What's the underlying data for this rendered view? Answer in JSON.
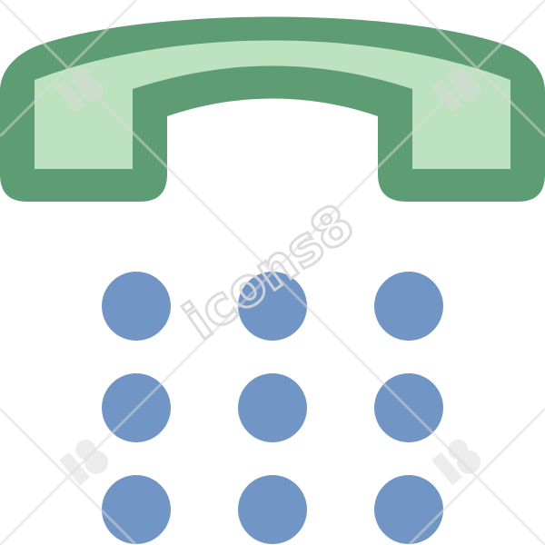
{
  "icon": {
    "name": "phone-keypad-icon",
    "colors": {
      "handset_outline": "#5e9c73",
      "handset_fill": "#bde2c0",
      "keypad_dot": "#7196c6",
      "background": "#ffffff",
      "watermark": "#d9d9d9"
    },
    "keypad": {
      "rows": 3,
      "columns": 3
    }
  },
  "watermark": {
    "brand_text": "icons8",
    "badge_icon": "icons8-logo-icon"
  }
}
